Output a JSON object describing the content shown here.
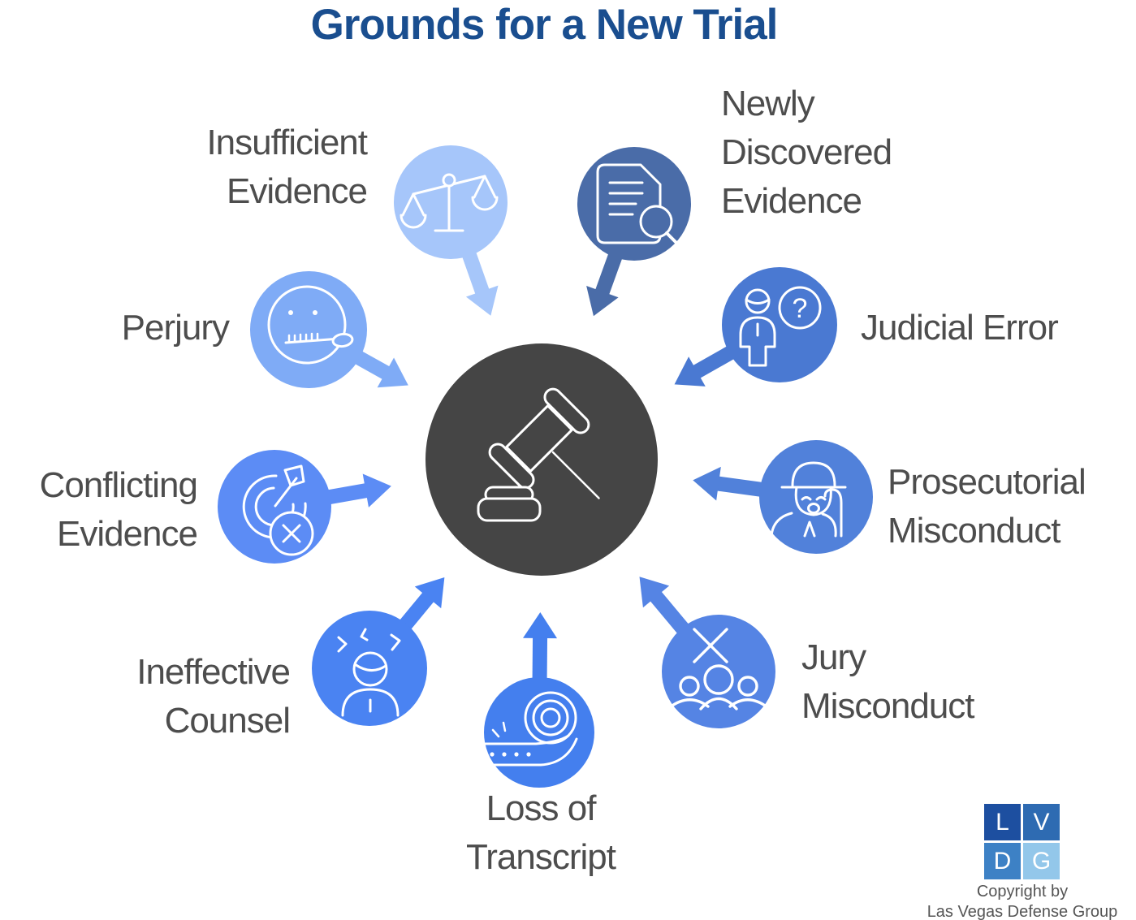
{
  "title": "Grounds for a New Trial",
  "colors": {
    "background": "#ffffff",
    "hub": "#454545",
    "title": "#1a4e8f",
    "label": "#4d4d4d"
  },
  "hub": {
    "icon": "gavel-icon"
  },
  "items": [
    {
      "id": "insufficient-evidence",
      "label": "Insufficient\nEvidence",
      "color": "#a6c6fa",
      "icon": "scales-icon"
    },
    {
      "id": "newly-discovered-evidence",
      "label": "Newly\nDiscovered\nEvidence",
      "color": "#4a6ca8",
      "icon": "document-search-icon"
    },
    {
      "id": "judicial-error",
      "label": "Judicial Error",
      "color": "#4a79d2",
      "icon": "judge-question-icon",
      "glyph": "?"
    },
    {
      "id": "prosecutorial-misconduct",
      "label": "Prosecutorial\nMisconduct",
      "color": "#5181da",
      "icon": "prosecutor-icon"
    },
    {
      "id": "jury-misconduct",
      "label": "Jury\nMisconduct",
      "color": "#5584e4",
      "icon": "jury-cross-icon"
    },
    {
      "id": "loss-of-transcript",
      "label": "Loss of\nTranscript",
      "color": "#447fee",
      "icon": "transcript-tape-icon"
    },
    {
      "id": "ineffective-counsel",
      "label": "Ineffective\nCounsel",
      "color": "#4a83f2",
      "icon": "stressed-person-icon"
    },
    {
      "id": "conflicting-evidence",
      "label": "Conflicting\nEvidence",
      "color": "#5c8cf5",
      "icon": "target-x-icon"
    },
    {
      "id": "perjury",
      "label": "Perjury",
      "color": "#7fabf6",
      "icon": "zipped-mouth-icon"
    }
  ],
  "logo": {
    "letters": [
      "L",
      "V",
      "D",
      "G"
    ],
    "letter_colors": [
      "#1d4fa0",
      "#2e6bb2",
      "#3d81c5",
      "#93c7ea"
    ],
    "copyright_line1": "Copyright by",
    "copyright_line2": "Las Vegas Defense Group"
  }
}
